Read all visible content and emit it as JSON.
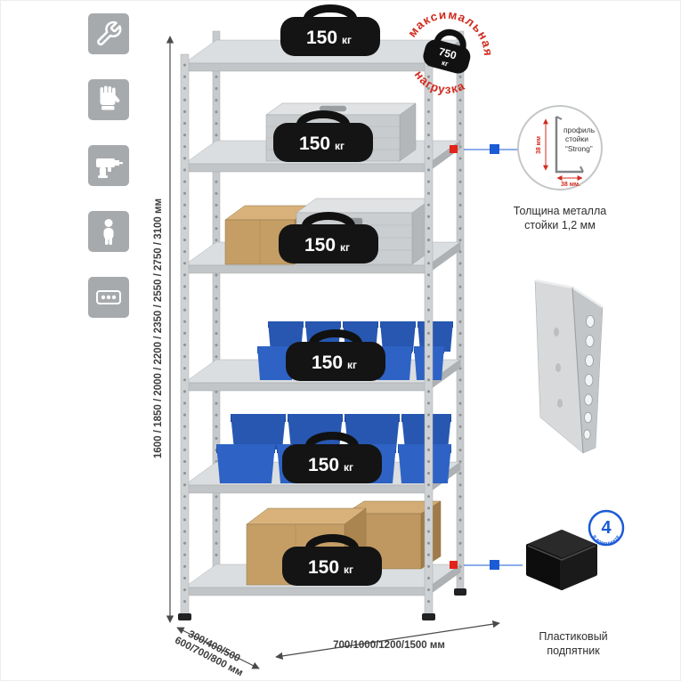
{
  "window": {
    "bg": "#ffffff"
  },
  "icon_panel": {
    "tile_color": "#a7aaad",
    "icons": [
      {
        "name": "wrench-icon"
      },
      {
        "name": "gloves-icon"
      },
      {
        "name": "drill-icon"
      },
      {
        "name": "person-icon"
      },
      {
        "name": "level-icon"
      }
    ]
  },
  "rack": {
    "shelf_loads": [
      {
        "value": "150",
        "unit": "кг"
      },
      {
        "value": "150",
        "unit": "кг"
      },
      {
        "value": "150",
        "unit": "кг"
      },
      {
        "value": "150",
        "unit": "кг"
      },
      {
        "value": "150",
        "unit": "кг"
      },
      {
        "value": "150",
        "unit": "кг"
      }
    ]
  },
  "stamp": {
    "arc_top": "максимальная",
    "arc_bottom": "нагрузка",
    "value": "750",
    "unit": "кг"
  },
  "profile_detail": {
    "label_line1": "профиль",
    "label_line2": "стойки",
    "label_line3": "“Strong”",
    "dim_vertical": "38 мм",
    "dim_horizontal": "38 мм.",
    "caption_line1": "Толщина металла",
    "caption_line2": "стойки 1,2 мм"
  },
  "foot_detail": {
    "badge_value": "4",
    "badge_arc": "в комплекте",
    "caption_line1": "Пластиковый",
    "caption_line2": "подпятник"
  },
  "dimensions": {
    "height": "1600 / 1850 / 2000 / 2200 / 2350 / 2550 / 2750 / 3100 мм",
    "depth_line1": "300/400/500",
    "depth_line2": "600/700/800 мм",
    "width": "700/1000/1200/1500 мм"
  },
  "colors": {
    "accent_red": "#d12b1f",
    "connector_red": "#e2231a",
    "accent_blue": "#1b5bd6",
    "bin_blue": "#2e63c5",
    "metal_gray": "#cfd2d4",
    "cardboard": "#c59e66",
    "icon_tile": "#a7aaad"
  }
}
